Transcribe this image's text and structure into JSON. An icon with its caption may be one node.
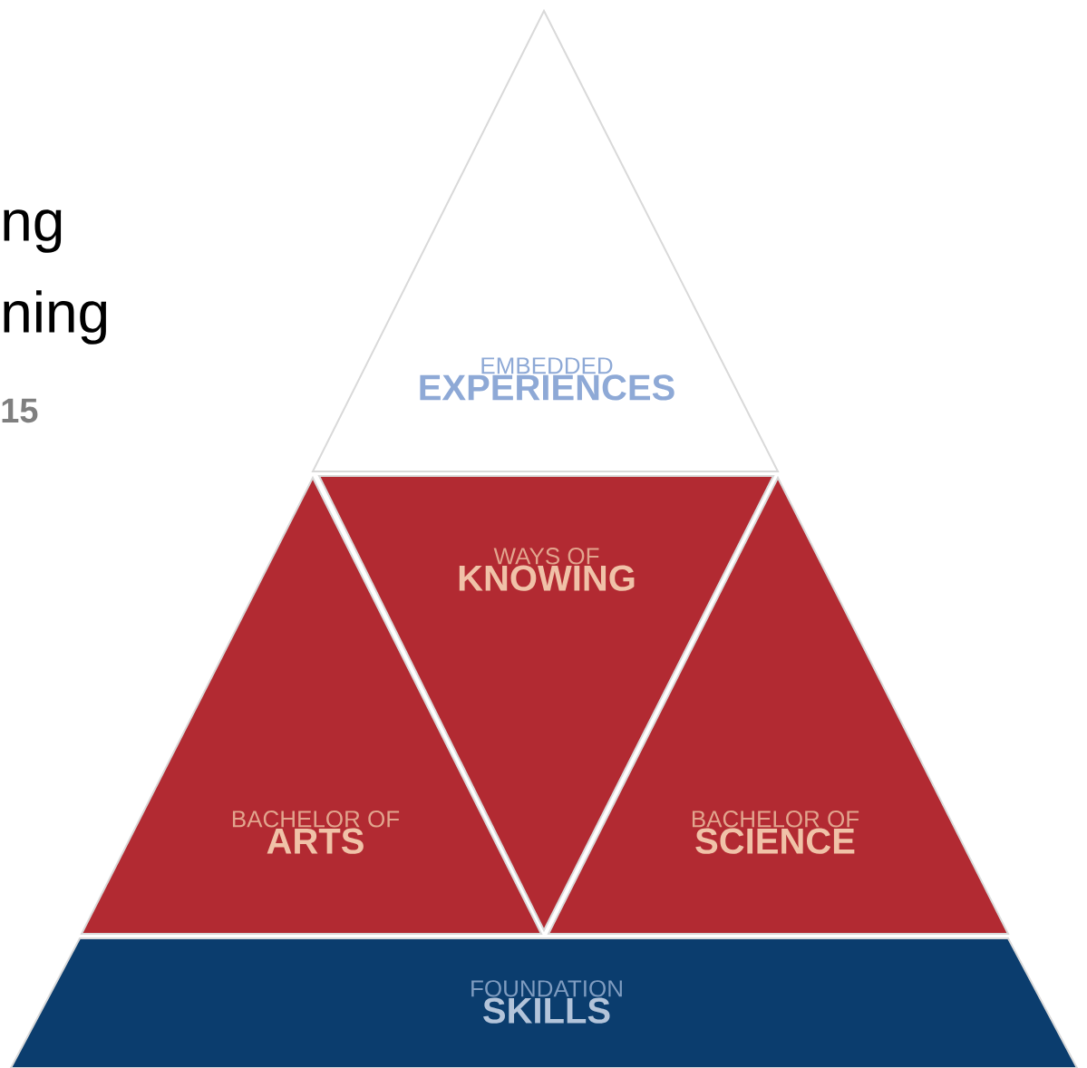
{
  "diagram": {
    "nodes": [
      {
        "text": [
          "EMBEDDED",
          "EXPERIENCES"
        ]
      },
      {
        "text": [
          "BACHELOR OF",
          "ARTS"
        ]
      },
      {
        "text": [
          "WAYS OF",
          "KNOWING"
        ]
      },
      {
        "text": [
          "BACHELOR OF",
          "SCIENCE"
        ]
      },
      {
        "text": [
          "FOUNDATION",
          "SKILLS"
        ]
      }
    ],
    "labels": [
      "ng",
      "ning",
      "15"
    ]
  }
}
